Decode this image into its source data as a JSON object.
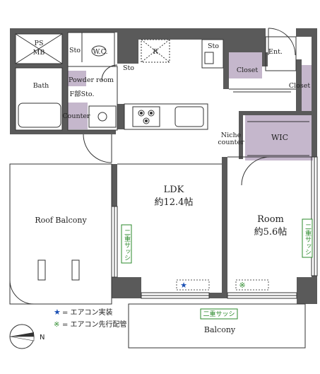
{
  "rooms": {
    "ps_mb": {
      "line1": "PS",
      "line2": "MB"
    },
    "sto_wc": "Sto",
    "wc": "W.C.",
    "r": "R",
    "sto_kitchen": "Sto",
    "sto_hall": "Sto",
    "ent": "Ent.",
    "closet1": "Closet",
    "closet2": "Closet",
    "bath": "Bath",
    "powder_room": "Powder room",
    "f_sto": "F部Sto.",
    "counter": "Counter",
    "niche_counter": {
      "line1": "Niche",
      "line2": "counter"
    },
    "wic": "WIC",
    "ldk": {
      "name": "LDK",
      "size": "約12.4帖"
    },
    "room": {
      "name": "Room",
      "size": "約5.6帖"
    },
    "roof_balcony": "Roof Balcony",
    "balcony": "Balcony"
  },
  "window_labels": {
    "ldk_vertical": "二重サッシ",
    "room_vertical": "二重サッシ",
    "balcony_horizontal": "二重サッシ"
  },
  "legend": {
    "installed": {
      "symbol": "★",
      "text": "= エアコン実装"
    },
    "prepared": {
      "symbol": "※",
      "text": "= エアコン先行配管"
    }
  },
  "compass": {
    "letter": "N"
  },
  "colors": {
    "wall": "#5a5a5a",
    "closet": "#c5b7cc",
    "window_green": "#2b8a2b",
    "star_blue": "#1a4fb4"
  }
}
